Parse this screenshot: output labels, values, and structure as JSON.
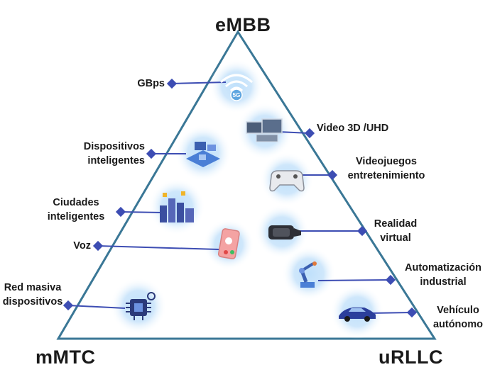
{
  "vertices": {
    "top": "eMBB",
    "bottom_left": "mMTC",
    "bottom_right": "uRLLC"
  },
  "left_labels": {
    "gbps": [
      "GBps"
    ],
    "smart_devices": [
      "Dispositivos",
      "inteligentes"
    ],
    "smart_cities": [
      "Ciudades",
      "inteligentes"
    ],
    "voice": [
      "Voz"
    ],
    "massive_network": [
      "Red masiva",
      "dispositivos"
    ]
  },
  "right_labels": {
    "video": [
      "Video 3D /UHD"
    ],
    "games": [
      "Videojuegos",
      "entretenimiento"
    ],
    "vr": [
      "Realidad",
      "virtual"
    ],
    "automation": [
      "Automatización",
      "industrial"
    ],
    "vehicle": [
      "Vehículo",
      "autónomo"
    ]
  },
  "icon_badges": {
    "fiveg": "5G"
  },
  "colors": {
    "triangle_stroke": "#3a7796",
    "connector": "#3d4db3",
    "glow_center": "#a8d4f7",
    "glow_edge": "#ffffff"
  },
  "icons": [
    "wifi-5g-icon",
    "smart-devices-icon",
    "smart-city-icon",
    "phone-call-icon",
    "iot-chip-icon",
    "video-screens-icon",
    "gamepad-icon",
    "vr-headset-icon",
    "robot-arm-icon",
    "sports-car-icon"
  ]
}
